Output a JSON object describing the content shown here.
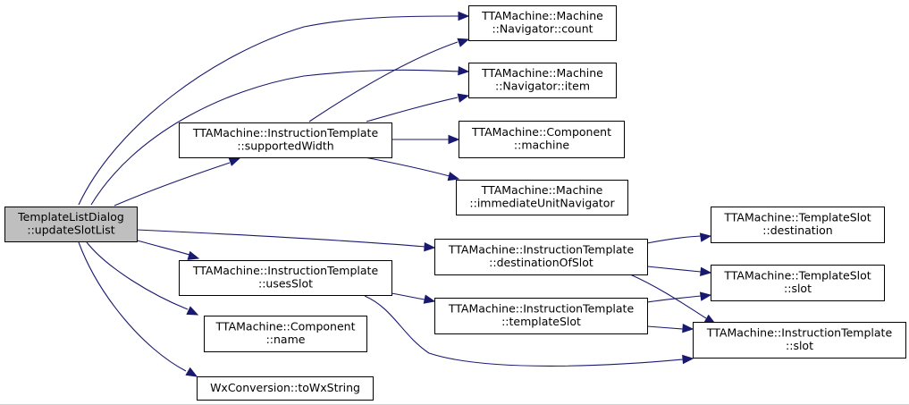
{
  "graph": {
    "title": "",
    "colors": {
      "edge": "#191970",
      "root_fill": "#bfbfbf",
      "node_fill": "#ffffff",
      "border": "#000000"
    },
    "nodes": [
      {
        "id": "root",
        "lines": [
          "TemplateListDialog",
          "::updateSlotList"
        ],
        "root": true
      },
      {
        "id": "nav_count",
        "lines": [
          "TTAMachine::Machine",
          "::Navigator::count"
        ]
      },
      {
        "id": "nav_item",
        "lines": [
          "TTAMachine::Machine",
          "::Navigator::item"
        ]
      },
      {
        "id": "supported_width",
        "lines": [
          "TTAMachine::InstructionTemplate",
          "::supportedWidth"
        ]
      },
      {
        "id": "comp_machine",
        "lines": [
          "TTAMachine::Component",
          "::machine"
        ]
      },
      {
        "id": "imm_unit_nav",
        "lines": [
          "TTAMachine::Machine",
          "::immediateUnitNavigator"
        ]
      },
      {
        "id": "dest_of_slot",
        "lines": [
          "TTAMachine::InstructionTemplate",
          "::destinationOfSlot"
        ]
      },
      {
        "id": "uses_slot",
        "lines": [
          "TTAMachine::InstructionTemplate",
          "::usesSlot"
        ]
      },
      {
        "id": "template_slot",
        "lines": [
          "TTAMachine::InstructionTemplate",
          "::templateSlot"
        ]
      },
      {
        "id": "comp_name",
        "lines": [
          "TTAMachine::Component",
          "::name"
        ]
      },
      {
        "id": "to_wx_string",
        "lines": [
          "WxConversion::toWxString"
        ]
      },
      {
        "id": "ts_destination",
        "lines": [
          "TTAMachine::TemplateSlot",
          "::destination"
        ]
      },
      {
        "id": "ts_slot",
        "lines": [
          "TTAMachine::TemplateSlot",
          "::slot"
        ]
      },
      {
        "id": "it_slot",
        "lines": [
          "TTAMachine::InstructionTemplate",
          "::slot"
        ]
      }
    ],
    "edges": [
      {
        "from": "root",
        "to": "nav_count"
      },
      {
        "from": "root",
        "to": "nav_item"
      },
      {
        "from": "root",
        "to": "supported_width"
      },
      {
        "from": "root",
        "to": "dest_of_slot"
      },
      {
        "from": "root",
        "to": "uses_slot"
      },
      {
        "from": "root",
        "to": "comp_name"
      },
      {
        "from": "root",
        "to": "to_wx_string"
      },
      {
        "from": "supported_width",
        "to": "nav_count"
      },
      {
        "from": "supported_width",
        "to": "nav_item"
      },
      {
        "from": "supported_width",
        "to": "comp_machine"
      },
      {
        "from": "supported_width",
        "to": "imm_unit_nav"
      },
      {
        "from": "dest_of_slot",
        "to": "ts_destination"
      },
      {
        "from": "dest_of_slot",
        "to": "ts_slot"
      },
      {
        "from": "dest_of_slot",
        "to": "it_slot"
      },
      {
        "from": "uses_slot",
        "to": "template_slot"
      },
      {
        "from": "uses_slot",
        "to": "it_slot"
      },
      {
        "from": "template_slot",
        "to": "ts_slot"
      },
      {
        "from": "template_slot",
        "to": "it_slot"
      }
    ]
  }
}
